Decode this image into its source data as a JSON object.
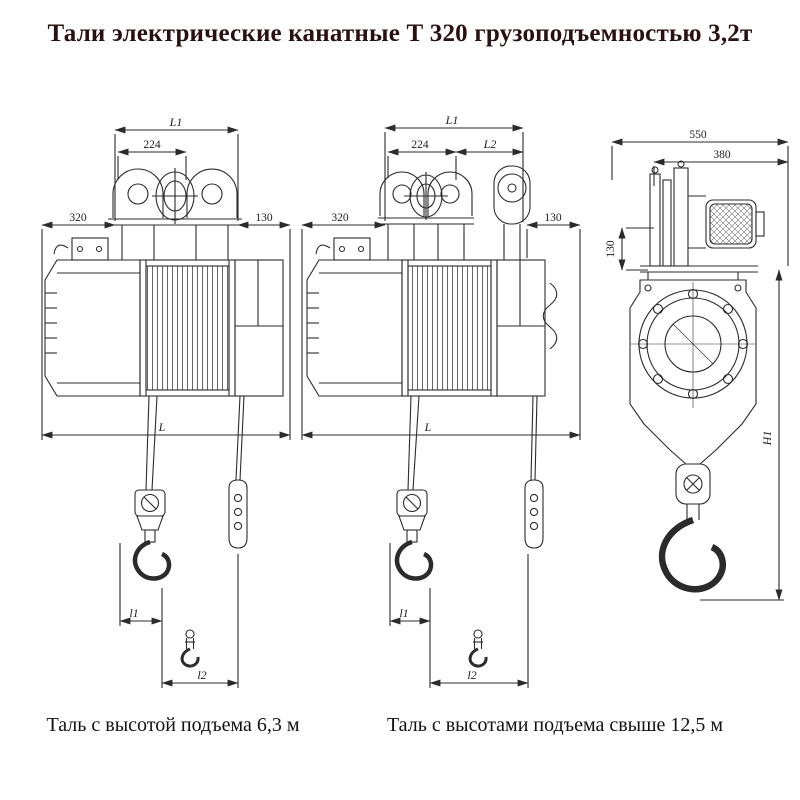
{
  "title": "Тали электрические канатные Т 320 грузоподъемностью 3,2т",
  "views": {
    "left": {
      "dims": {
        "L1": "L1",
        "w224": "224",
        "w320": "320",
        "w130": "130",
        "L": "L",
        "l1": "l1",
        "l2": "l2"
      }
    },
    "middle": {
      "dims": {
        "L1": "L1",
        "w224": "224",
        "L2": "L2",
        "w320": "320",
        "w130": "130",
        "L": "L",
        "l1": "l1",
        "l2": "l2"
      }
    },
    "right": {
      "dims": {
        "w550": "550",
        "w380": "380",
        "h130": "130",
        "H1": "H1"
      }
    }
  },
  "captions": {
    "left": "Таль с высотой подъема 6,3 м",
    "right": "Таль с высотами подъема свыше 12,5 м"
  },
  "colors": {
    "line": "#2b2b2b",
    "title_text": "#2a1010",
    "caption_text": "#111111",
    "background": "#ffffff"
  }
}
